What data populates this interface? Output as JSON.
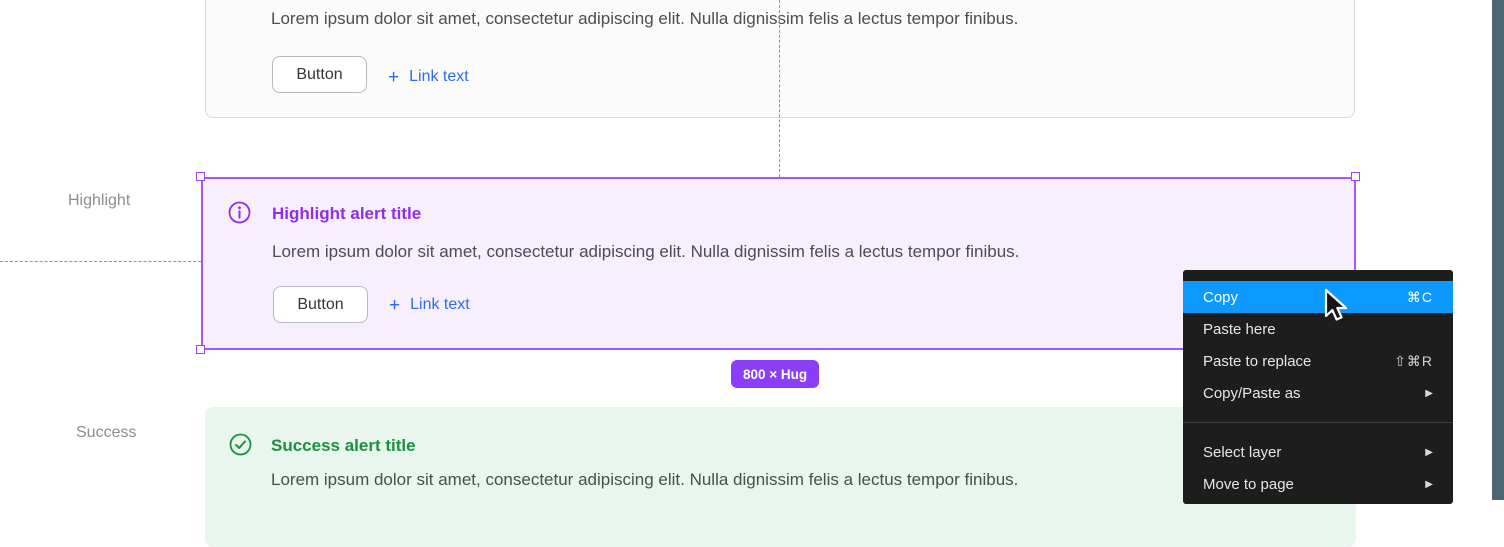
{
  "colors": {
    "canvas": "#ffffff",
    "side_strip": "#4d6673",
    "guide_blue": "#54a1e6",
    "highlight_purple": "#8e2fe6",
    "highlight_border": "#a956f3",
    "highlight_bg": "#f8effe",
    "success_green": "#1b9140",
    "success_bg": "#e9f6ed",
    "link_blue": "#2d6bf2",
    "menu_bg": "#1d1d1d",
    "menu_highlight_blue": "#0d99ff",
    "badge_purple": "#8a3ff7"
  },
  "top_card": {
    "body": "Lorem ipsum dolor sit amet, consectetur adipiscing elit. Nulla dignissim felis a lectus tempor finibus.",
    "button_label": "Button",
    "link_plus": "+",
    "link_label": "Link text"
  },
  "highlight_section": {
    "label": "Highlight",
    "card": {
      "title": "Highlight alert title",
      "body": "Lorem ipsum dolor sit amet, consectetur adipiscing elit. Nulla dignissim felis a lectus tempor finibus.",
      "button_label": "Button",
      "link_plus": "+",
      "link_label": "Link text"
    }
  },
  "size_badge": {
    "text": "800 × Hug"
  },
  "success_section": {
    "label": "Success",
    "card": {
      "title": "Success alert title",
      "body": "Lorem ipsum dolor sit amet, consectetur adipiscing elit. Nulla dignissim felis a lectus tempor finibus."
    }
  },
  "context_menu": {
    "submenu_arrow": "▶",
    "items": [
      {
        "label": "Copy",
        "shortcut": "⌘C",
        "active": true
      },
      {
        "label": "Paste here",
        "shortcut": ""
      },
      {
        "label": "Paste to replace",
        "shortcut": "⇧⌘R"
      },
      {
        "label": "Copy/Paste as",
        "submenu": true
      },
      {
        "label": "Select layer",
        "submenu": true
      },
      {
        "label": "Move to page",
        "submenu": true
      }
    ]
  }
}
